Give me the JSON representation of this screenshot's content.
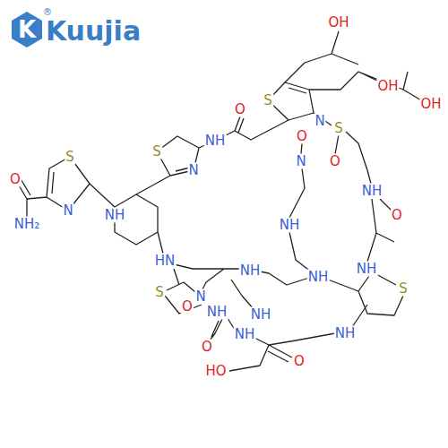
{
  "diagram": {
    "labels": [
      "K",
      "Kuujia",
      "®",
      "OH",
      "OH",
      "OH",
      "S",
      "O",
      "NH",
      "S",
      "N",
      "O",
      "O",
      "S",
      "N",
      "N",
      "NH",
      "O",
      "NH",
      "O",
      "S",
      "N",
      "NH₂",
      "NH",
      "NH",
      "S",
      "NH",
      "NH",
      "HN",
      "S",
      "O",
      "N",
      "NH",
      "NH",
      "O",
      "NH",
      "O",
      "HO",
      "NH"
    ]
  }
}
